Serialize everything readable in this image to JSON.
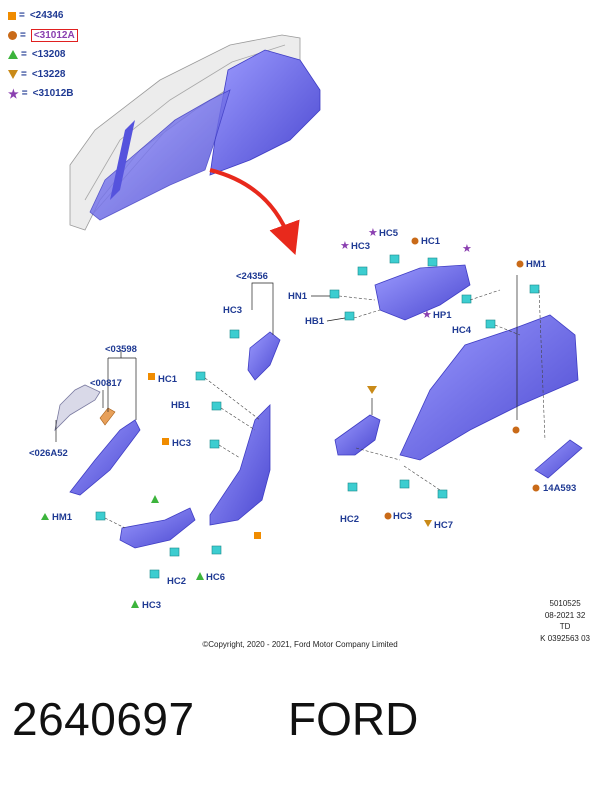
{
  "legend": [
    {
      "symbol": "orange-square",
      "text": "<24346"
    },
    {
      "symbol": "brown-circle",
      "text": "<31012A"
    },
    {
      "symbol": "green-triangle-up",
      "text": "<13208"
    },
    {
      "symbol": "brown-triangle-down",
      "text": "<13228"
    },
    {
      "symbol": "purple-star",
      "text": "<31012B"
    }
  ],
  "legend_eq": "=",
  "callouts": {
    "c24356": "<24356",
    "c03598": "<03598",
    "c00817": "<00817",
    "c026A52": "<026A52",
    "hc3_a": "HC3",
    "hc1_left": "HC1",
    "hb1_left": "HB1",
    "hc3_b": "HC3",
    "hm1_left": "HM1",
    "hc2_left": "HC2",
    "hc6": "HC6",
    "hc3_c": "HC3",
    "hc5": "HC5",
    "hc3_top": "HC3",
    "hc1_top": "HC1",
    "hn1": "HN1",
    "hb1_top": "HB1",
    "hp1": "HP1",
    "hc4": "HC4",
    "hm1_right": "HM1",
    "c14A593": "14A593",
    "hc2_mid": "HC2",
    "hc3_mid": "HC3",
    "hc7": "HC7"
  },
  "meta": {
    "line1": "5010525",
    "line2": "08-2021 32",
    "line3": "TD",
    "line4": "K 0392563 03"
  },
  "copyright": "©Copyright, 2020 - 2021, Ford Motor Company Limited",
  "part_number": "2640697",
  "brand": "FORD",
  "colors": {
    "panel": "#6f6ef0",
    "panel_dark": "#3f3dc4",
    "clip": "#3ccdd0",
    "arrow": "#e8291c",
    "text": "#1f3a93"
  }
}
